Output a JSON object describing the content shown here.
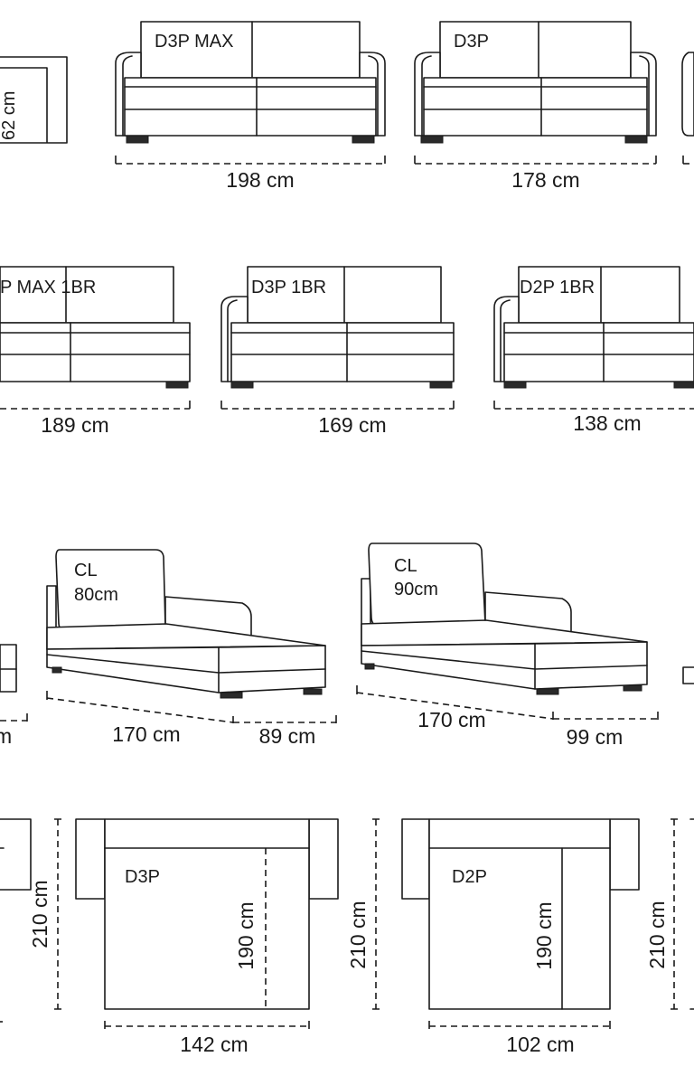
{
  "row1": {
    "partial_depth": "62 cm",
    "d3p_max": {
      "name": "D3P MAX",
      "width": "198 cm"
    },
    "d3p": {
      "name": "D3P",
      "width": "178 cm"
    }
  },
  "row2": {
    "d3p_max_1br": {
      "name": "P MAX 1BR",
      "width": "189 cm"
    },
    "d3p_1br": {
      "name": "D3P 1BR",
      "width": "169 cm"
    },
    "d2p_1br": {
      "name": "D2P 1BR",
      "width": "138 cm"
    }
  },
  "row3": {
    "partial_width": "m",
    "cl80": {
      "name": "CL",
      "depth": "80cm",
      "length": "170 cm",
      "width": "89 cm"
    },
    "cl90": {
      "name": "CL",
      "depth": "90cm",
      "length": "170 cm",
      "width": "99 cm"
    }
  },
  "row4": {
    "partial_length": "210 cm",
    "d3p": {
      "name": "D3P",
      "sleep_length": "190 cm",
      "length": "210 cm",
      "width": "142 cm"
    },
    "d2p": {
      "name": "D2P",
      "sleep_length": "190 cm",
      "length": "210 cm",
      "width": "102 cm"
    }
  }
}
